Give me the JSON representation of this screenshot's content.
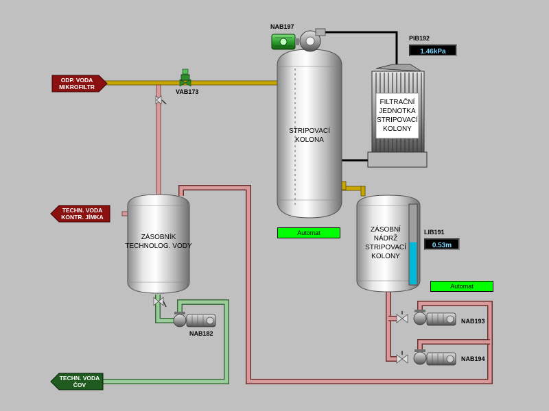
{
  "arrows": {
    "odp_voda": [
      "ODP. VODA",
      "MIKROFILTR"
    ],
    "techn_voda_jimka": [
      "TECHN. VODA",
      "KONTR. JÍMKA"
    ],
    "techn_voda_cov": [
      "TECHN. VODA",
      "ČOV"
    ]
  },
  "tanks": {
    "stripovaci_kolona": [
      "STRIPOVACÍ",
      "KOLONA"
    ],
    "filtracni_jednotka": [
      "FILTRAČNÍ",
      "JEDNOTKA",
      "STRIPOVACÍ",
      "KOLONY"
    ],
    "zasobnik": [
      "ZÁSOBNÍK",
      "TECHNOLOG. VODY"
    ],
    "zasobni_nadrz": [
      "ZÁSOBNÍ",
      "NÁDRŽ",
      "STRIPOVACÍ",
      "KOLONY"
    ]
  },
  "tags": {
    "nab197": "NAB197",
    "pib192": "PIB192",
    "vab173": "VAB173",
    "lib191": "LIB191",
    "nab193": "NAB193",
    "nab194": "NAB194",
    "nab182": "NAB182"
  },
  "displays": {
    "pib192_value": "1.46kPa",
    "lib191_value": "0.53m"
  },
  "buttons": {
    "auto_kolona": "Automat",
    "auto_nadrz": "Automat"
  },
  "levels": {
    "lib191_fill_fraction": 0.53
  },
  "colors": {
    "background": "#c0c0c0",
    "pipe_red": "#d89a9a",
    "pipe_yellow": "#c8a800",
    "pipe_green": "#9ccc9c",
    "arrow_red": "#8b1010",
    "arrow_green": "#1f5a1f",
    "automat_green": "#00ff00",
    "level_cyan": "#00b8d8"
  }
}
